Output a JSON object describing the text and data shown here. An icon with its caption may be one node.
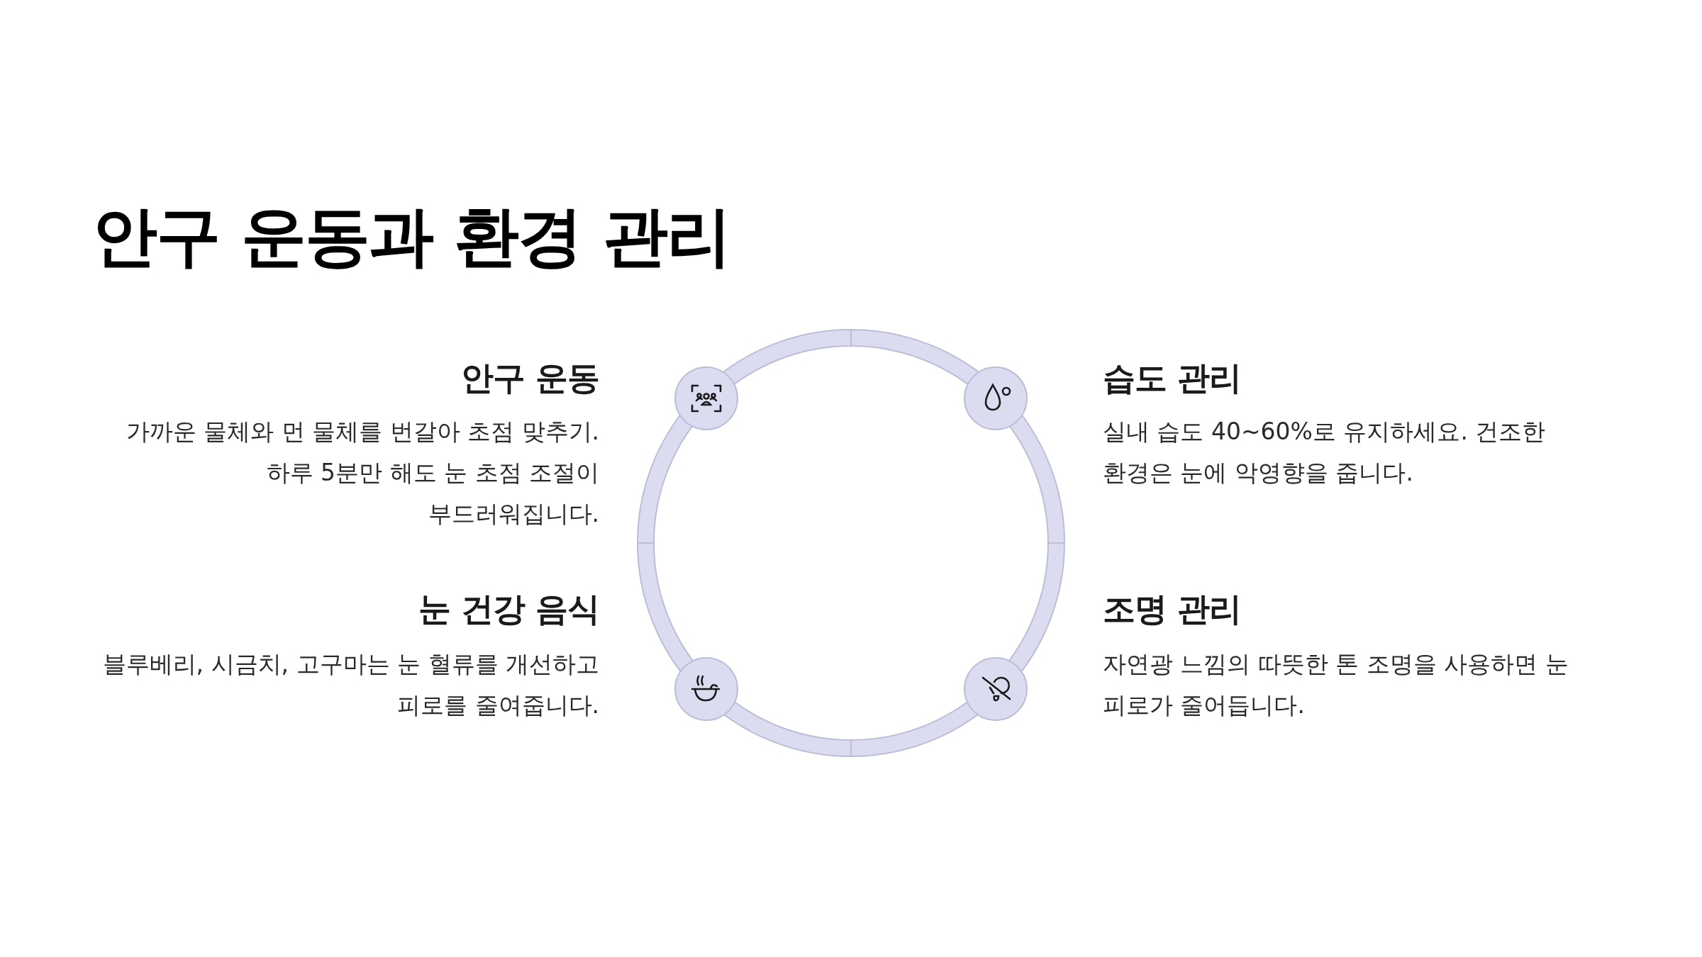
{
  "diagram": {
    "title": "안구 운동과 환경 관리",
    "labels": [
      "안구 운동",
      "가까운 물체와 먼 물체를 번갈아 초점 맞추기. 하루 5분만 해도 눈 초점 조절이 부드러워집니다.",
      "습도 관리",
      "실내 습도 40~60%로 유지하세요. 건조한 환경은 눈에 악영향을 줍니다.",
      "눈 건강 음식",
      "블루베리, 시금치, 고구마는 눈 혈류를 개선하고 피로를 줄여줍니다.",
      "조명 관리",
      "자연광 느낌의 따뜻한 톤 조명을 사용하면 눈 피로가 줄어듭니다."
    ]
  }
}
